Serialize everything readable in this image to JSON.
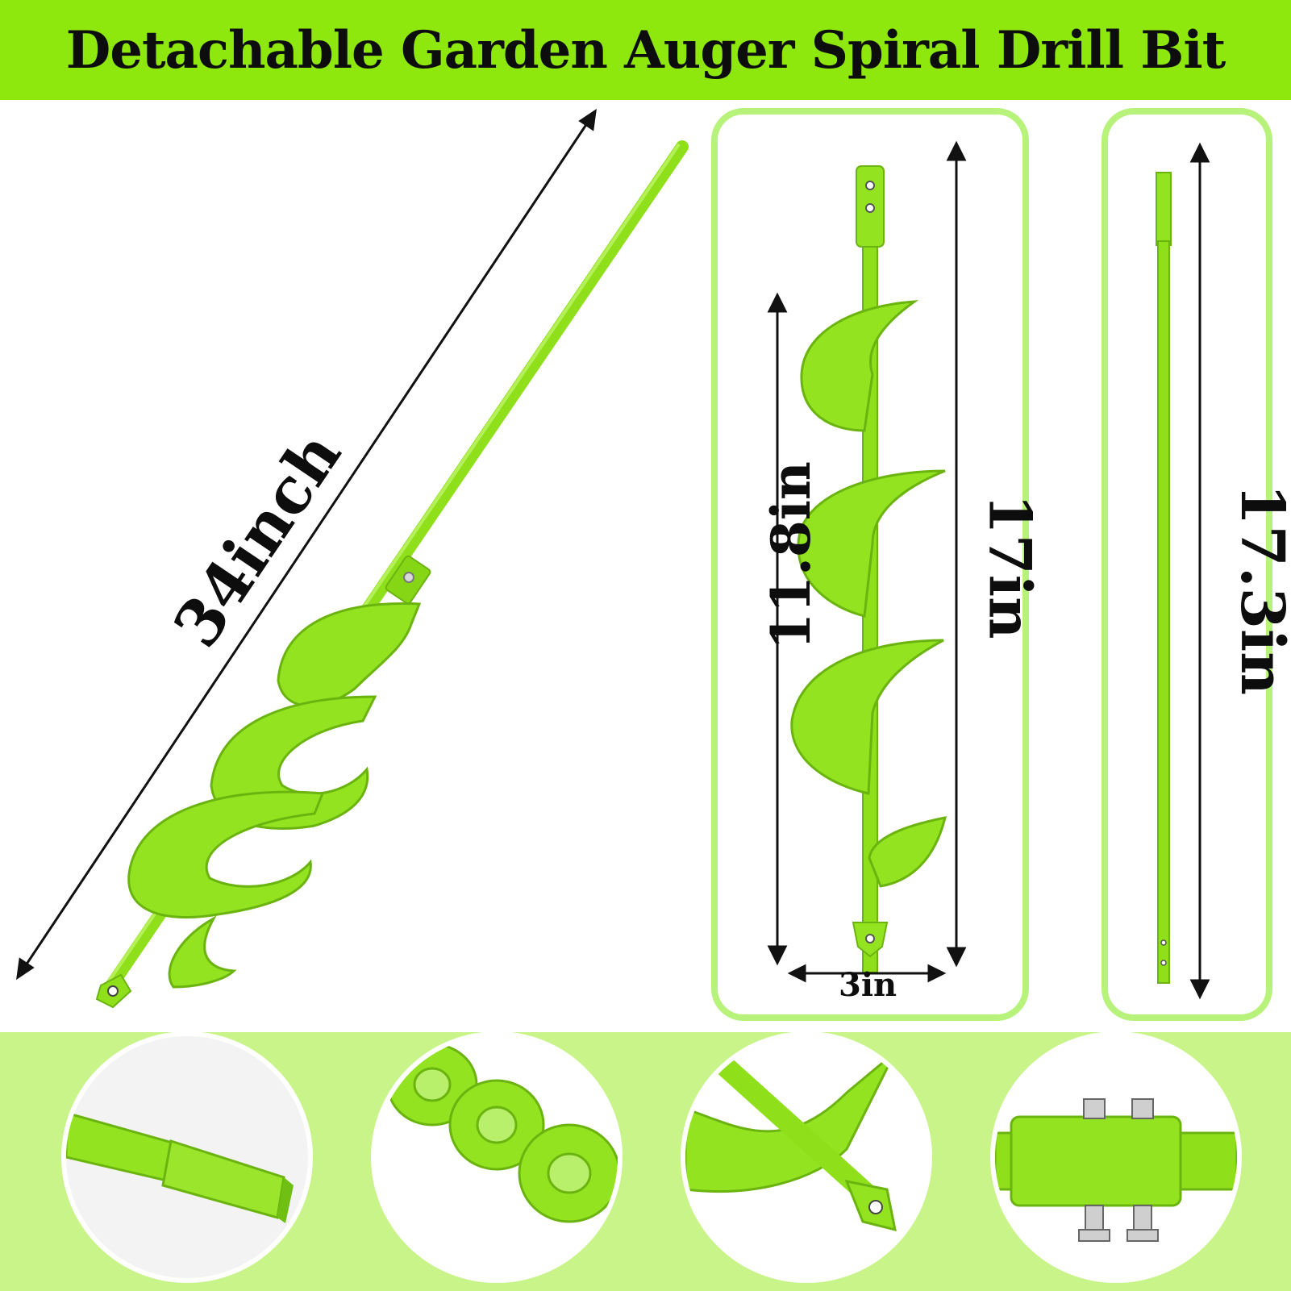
{
  "header": {
    "title": "Detachable Garden Auger Spiral Drill Bit"
  },
  "product": {
    "overall_length_label": "34inch",
    "auger_section": {
      "total_length_label": "17in",
      "spiral_length_label": "11.8in",
      "diameter_label": "3in"
    },
    "extension_rod": {
      "length_label": "17.3in"
    }
  },
  "colors": {
    "accent": "#8ee80e",
    "product": "#8fe01a",
    "panel_border": "#b7f27a",
    "bottom_band": "#c9f48a"
  },
  "detail_icons": [
    "hex-shank-closeup-icon",
    "spiral-flights-closeup-icon",
    "tip-closeup-icon",
    "bolt-connection-closeup-icon"
  ]
}
